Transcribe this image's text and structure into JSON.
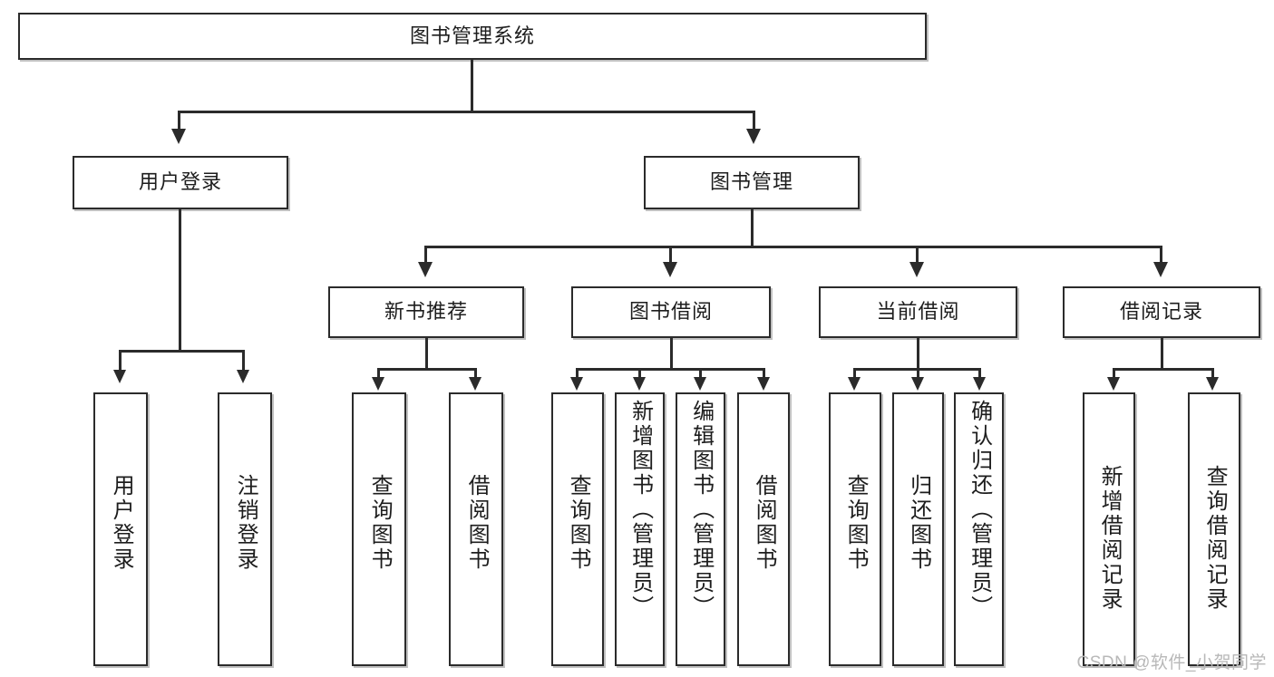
{
  "diagram": {
    "title": "图书管理系统",
    "root": {
      "label": "图书管理系统"
    },
    "level2": [
      {
        "label": "用户登录"
      },
      {
        "label": "图书管理"
      }
    ],
    "level3": [
      {
        "label": "新书推荐"
      },
      {
        "label": "图书借阅"
      },
      {
        "label": "当前借阅"
      },
      {
        "label": "借阅记录"
      }
    ],
    "leaves": {
      "user_login": [
        {
          "label": "用户登录"
        },
        {
          "label": "注销登录"
        }
      ],
      "new_book": [
        {
          "label": "查询图书"
        },
        {
          "label": "借阅图书"
        }
      ],
      "book_borrow": [
        {
          "label": "查询图书"
        },
        {
          "label": "新增图书（管理员）"
        },
        {
          "label": "编辑图书（管理员）"
        },
        {
          "label": "借阅图书"
        }
      ],
      "current_borrow": [
        {
          "label": "查询图书"
        },
        {
          "label": "归还图书"
        },
        {
          "label": "确认归还（管理员）"
        }
      ],
      "borrow_record": [
        {
          "label": "新增借阅记录"
        },
        {
          "label": "查询借阅记录"
        }
      ]
    }
  },
  "watermark": {
    "text": "CSDN @软件_小贺同学"
  },
  "colors": {
    "stroke": "#2b2b2b",
    "text": "#1d1d1d",
    "background": "#ffffff",
    "watermark": "#b8b8b8"
  }
}
